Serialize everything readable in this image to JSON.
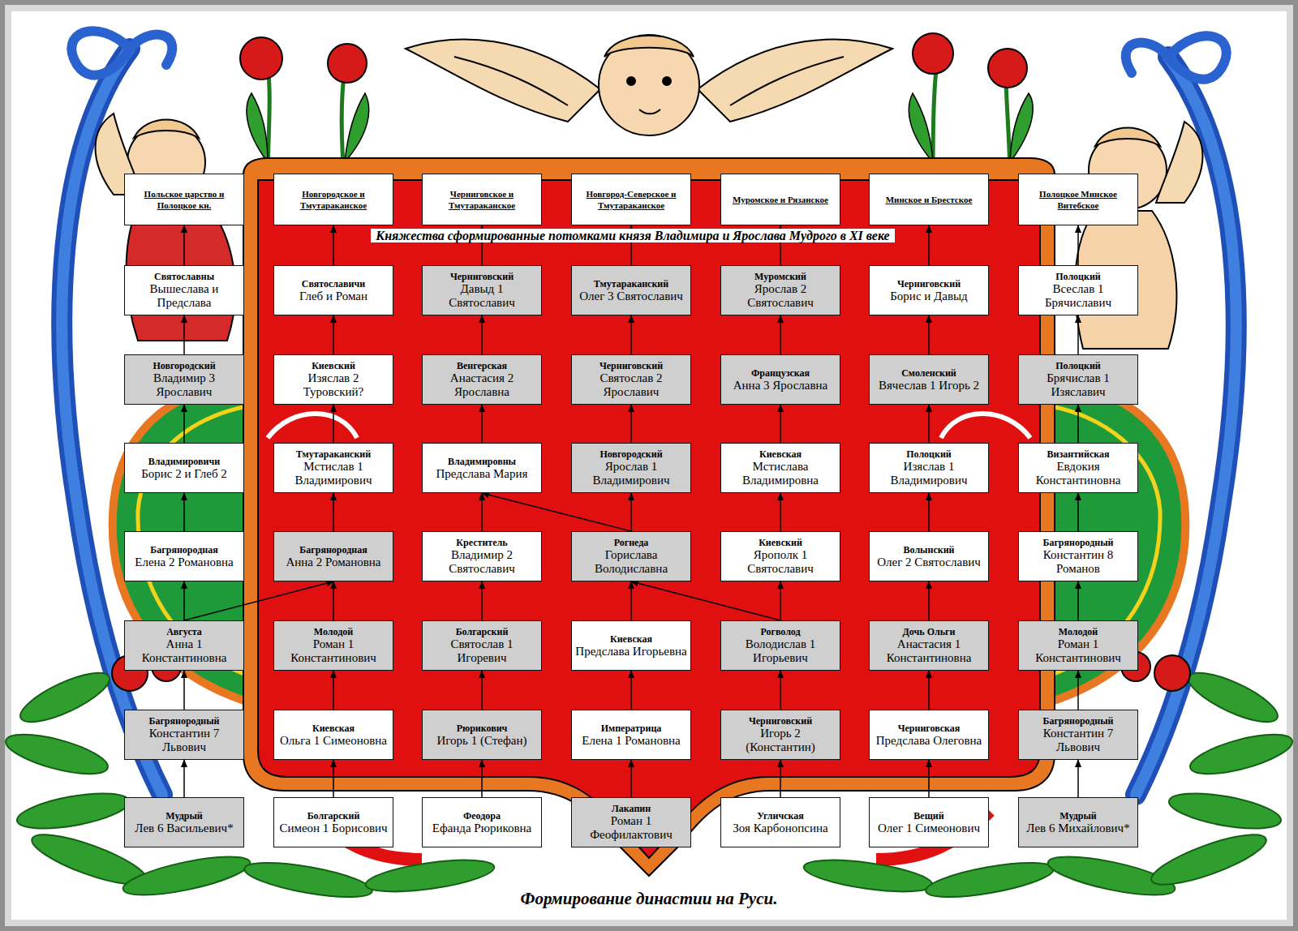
{
  "diagram": {
    "title": "Княжества сформированные потомками князя Владимира и Ярослава Мудрого в XI веке",
    "caption": "Формирование династии на Руси.",
    "nodes": [
      {
        "text": [
          "Польское царство и Полоцкое кн."
        ]
      },
      {
        "text": [
          "Новгородское и Тмутараканское"
        ]
      },
      {
        "text": [
          "Черниговское и Тмутараканское"
        ]
      },
      {
        "text": [
          "Новгород-Северское и Тмутараканское"
        ]
      },
      {
        "text": [
          "Муромское и Рязанское"
        ]
      },
      {
        "text": [
          "Минское и Брестское"
        ]
      },
      {
        "text": [
          "Полоцкое Минское Витебское"
        ]
      },
      {
        "text": [
          "Святославны",
          "Вышеслава и Предслава"
        ]
      },
      {
        "text": [
          "Святославичи",
          "Глеб и Роман"
        ]
      },
      {
        "text": [
          "Черниговский",
          "Давыд 1 Святославич"
        ]
      },
      {
        "text": [
          "Тмутараканский",
          "Олег 3 Святославич"
        ]
      },
      {
        "text": [
          "Муромский",
          "Ярослав 2 Святославич"
        ]
      },
      {
        "text": [
          "Черниговский",
          "Борис и Давыд"
        ]
      },
      {
        "text": [
          "Полоцкий",
          "Всеслав 1 Брячиславич"
        ]
      },
      {
        "text": [
          "Новгородский",
          "Владимир 3 Ярославич"
        ]
      },
      {
        "text": [
          "Киевский",
          "Изяслав 2 Туровский?"
        ]
      },
      {
        "text": [
          "Венгерская",
          "Анастасия 2 Ярославна"
        ]
      },
      {
        "text": [
          "Черниговский",
          "Святослав 2 Ярославич"
        ]
      },
      {
        "text": [
          "Французская",
          "Анна 3 Ярославна"
        ]
      },
      {
        "text": [
          "Смоленский",
          "Вячеслав 1 Игорь 2"
        ]
      },
      {
        "text": [
          "Полоцкий",
          "Брячислав 1 Изяславич"
        ]
      },
      {
        "text": [
          "Владимировичи",
          "Борис 2 и Глеб 2"
        ]
      },
      {
        "text": [
          "Тмутараканский",
          "Мстислав 1 Владимирович"
        ]
      },
      {
        "text": [
          "Владимировны",
          "Предслава Мария"
        ]
      },
      {
        "text": [
          "Новгородский",
          "Ярослав 1 Владимирович"
        ]
      },
      {
        "text": [
          "Киевская",
          "Мстислава Владимировна"
        ]
      },
      {
        "text": [
          "Полоцкий",
          "Изяслав 1 Владимирович"
        ]
      },
      {
        "text": [
          "Византийская",
          "Евдокия Константиновна"
        ]
      },
      {
        "text": [
          "Багрянородная",
          "Елена 2 Романовна"
        ]
      },
      {
        "text": [
          "Багрянородная",
          "Анна 2 Романовна"
        ]
      },
      {
        "text": [
          "Креститель",
          "Владимир 2 Святославич"
        ]
      },
      {
        "text": [
          "Рогнеда",
          "Горислава Володиславна"
        ]
      },
      {
        "text": [
          "Киевский",
          "Ярополк 1 Святославич"
        ]
      },
      {
        "text": [
          "Волынский",
          "Олег 2 Святославич"
        ]
      },
      {
        "text": [
          "Багрянородный",
          "Константин 8 Романов"
        ]
      },
      {
        "text": [
          "Августа",
          "Анна 1 Константиновна"
        ]
      },
      {
        "text": [
          "Молодой",
          "Роман 1 Константинович"
        ]
      },
      {
        "text": [
          "Болгарский",
          "Святослав 1 Игоревич"
        ]
      },
      {
        "text": [
          "Киевская",
          "Предслава Игорьевна"
        ]
      },
      {
        "text": [
          "Рогволод",
          "Володислав 1 Игорьевич"
        ]
      },
      {
        "text": [
          "Дочь Ольги",
          "Анастасия 1 Константиновна"
        ]
      },
      {
        "text": [
          "Молодой",
          "Роман 1 Константинович"
        ]
      },
      {
        "text": [
          "Багрянородный",
          "Константин 7 Львович"
        ]
      },
      {
        "text": [
          "Киевская",
          "Ольга 1 Симеоновна"
        ]
      },
      {
        "text": [
          "Рюрикович",
          "Игорь 1 (Стефан)"
        ]
      },
      {
        "text": [
          "Императрица",
          "Елена 1 Романовна"
        ]
      },
      {
        "text": [
          "Черниговский",
          "Игорь 2 (Константин)"
        ]
      },
      {
        "text": [
          "Черниговская",
          "Предслава Олеговна"
        ]
      },
      {
        "text": [
          "Багрянородный",
          "Константин 7 Львович"
        ]
      },
      {
        "text": [
          "Мудрый",
          "Лев 6 Васильевич*"
        ]
      },
      {
        "text": [
          "Болгарский",
          "Симеон 1 Борисович"
        ]
      },
      {
        "text": [
          "Феодора",
          "Ефанда Рюриковна"
        ]
      },
      {
        "text": [
          "Лакапин",
          "Роман 1 Феофилактович"
        ]
      },
      {
        "text": [
          "Угличская",
          "Зоя Карбонопсина"
        ]
      },
      {
        "text": [
          "Вещий",
          "Олег 1 Симеонович"
        ]
      },
      {
        "text": [
          "Мудрый",
          "Лев 6 Михайлович*"
        ]
      }
    ],
    "edges": [
      {
        "from": 49,
        "to": 42,
        "arrow": "to"
      },
      {
        "from": 50,
        "to": 43,
        "arrow": "to"
      },
      {
        "from": 51,
        "to": 44,
        "arrow": "to"
      },
      {
        "from": 52,
        "to": 45,
        "arrow": "to"
      },
      {
        "from": 53,
        "to": 46,
        "arrow": "to"
      },
      {
        "from": 54,
        "to": 47,
        "arrow": "to"
      },
      {
        "from": 55,
        "to": 48,
        "arrow": "to"
      },
      {
        "from": 42,
        "to": 35,
        "arrow": "to"
      },
      {
        "from": 43,
        "to": 36,
        "arrow": "to"
      },
      {
        "from": 44,
        "to": 37,
        "arrow": "to"
      },
      {
        "from": 45,
        "to": 38,
        "arrow": "to"
      },
      {
        "from": 46,
        "to": 39,
        "arrow": "to"
      },
      {
        "from": 47,
        "to": 40,
        "arrow": "to"
      },
      {
        "from": 48,
        "to": 41,
        "arrow": "to"
      },
      {
        "from": 35,
        "to": 28,
        "arrow": "to"
      },
      {
        "from": 36,
        "to": 29,
        "arrow": "to"
      },
      {
        "from": 37,
        "to": 30,
        "arrow": "to"
      },
      {
        "from": 38,
        "to": 31,
        "arrow": "to"
      },
      {
        "from": 39,
        "to": 32,
        "arrow": "to"
      },
      {
        "from": 40,
        "to": 33,
        "arrow": "to"
      },
      {
        "from": 41,
        "to": 34,
        "arrow": "to"
      },
      {
        "from": 28,
        "to": 21,
        "arrow": "to"
      },
      {
        "from": 29,
        "to": 22,
        "arrow": "to"
      },
      {
        "from": 30,
        "to": 23,
        "arrow": "to"
      },
      {
        "from": 31,
        "to": 24,
        "arrow": "to"
      },
      {
        "from": 32,
        "to": 25,
        "arrow": "to"
      },
      {
        "from": 33,
        "to": 26,
        "arrow": "to"
      },
      {
        "from": 34,
        "to": 27,
        "arrow": "to"
      },
      {
        "from": 21,
        "to": 14,
        "arrow": "to"
      },
      {
        "from": 22,
        "to": 15,
        "arrow": "to"
      },
      {
        "from": 23,
        "to": 16,
        "arrow": "to"
      },
      {
        "from": 24,
        "to": 17,
        "arrow": "to"
      },
      {
        "from": 25,
        "to": 18,
        "arrow": "to"
      },
      {
        "from": 26,
        "to": 19,
        "arrow": "to"
      },
      {
        "from": 27,
        "to": 20,
        "arrow": "to"
      },
      {
        "from": 14,
        "to": 7,
        "arrow": "to"
      },
      {
        "from": 15,
        "to": 8,
        "arrow": "to"
      },
      {
        "from": 16,
        "to": 9,
        "arrow": "to"
      },
      {
        "from": 17,
        "to": 10,
        "arrow": "to"
      },
      {
        "from": 18,
        "to": 11,
        "arrow": "to"
      },
      {
        "from": 19,
        "to": 12,
        "arrow": "to"
      },
      {
        "from": 20,
        "to": 13,
        "arrow": "to"
      },
      {
        "from": 7,
        "to": 0,
        "arrow": "to"
      },
      {
        "from": 8,
        "to": 1,
        "arrow": "to"
      },
      {
        "from": 9,
        "to": 2,
        "arrow": "to"
      },
      {
        "from": 10,
        "to": 3,
        "arrow": "to"
      },
      {
        "from": 11,
        "to": 4,
        "arrow": "to"
      },
      {
        "from": 12,
        "to": 5,
        "arrow": "to"
      },
      {
        "from": 13,
        "to": 6,
        "arrow": "to"
      },
      {
        "from": 35,
        "to": 29,
        "arrow": "to"
      },
      {
        "from": 31,
        "to": 23,
        "arrow": "to"
      },
      {
        "from": 39,
        "to": 31,
        "arrow": "to"
      }
    ]
  }
}
